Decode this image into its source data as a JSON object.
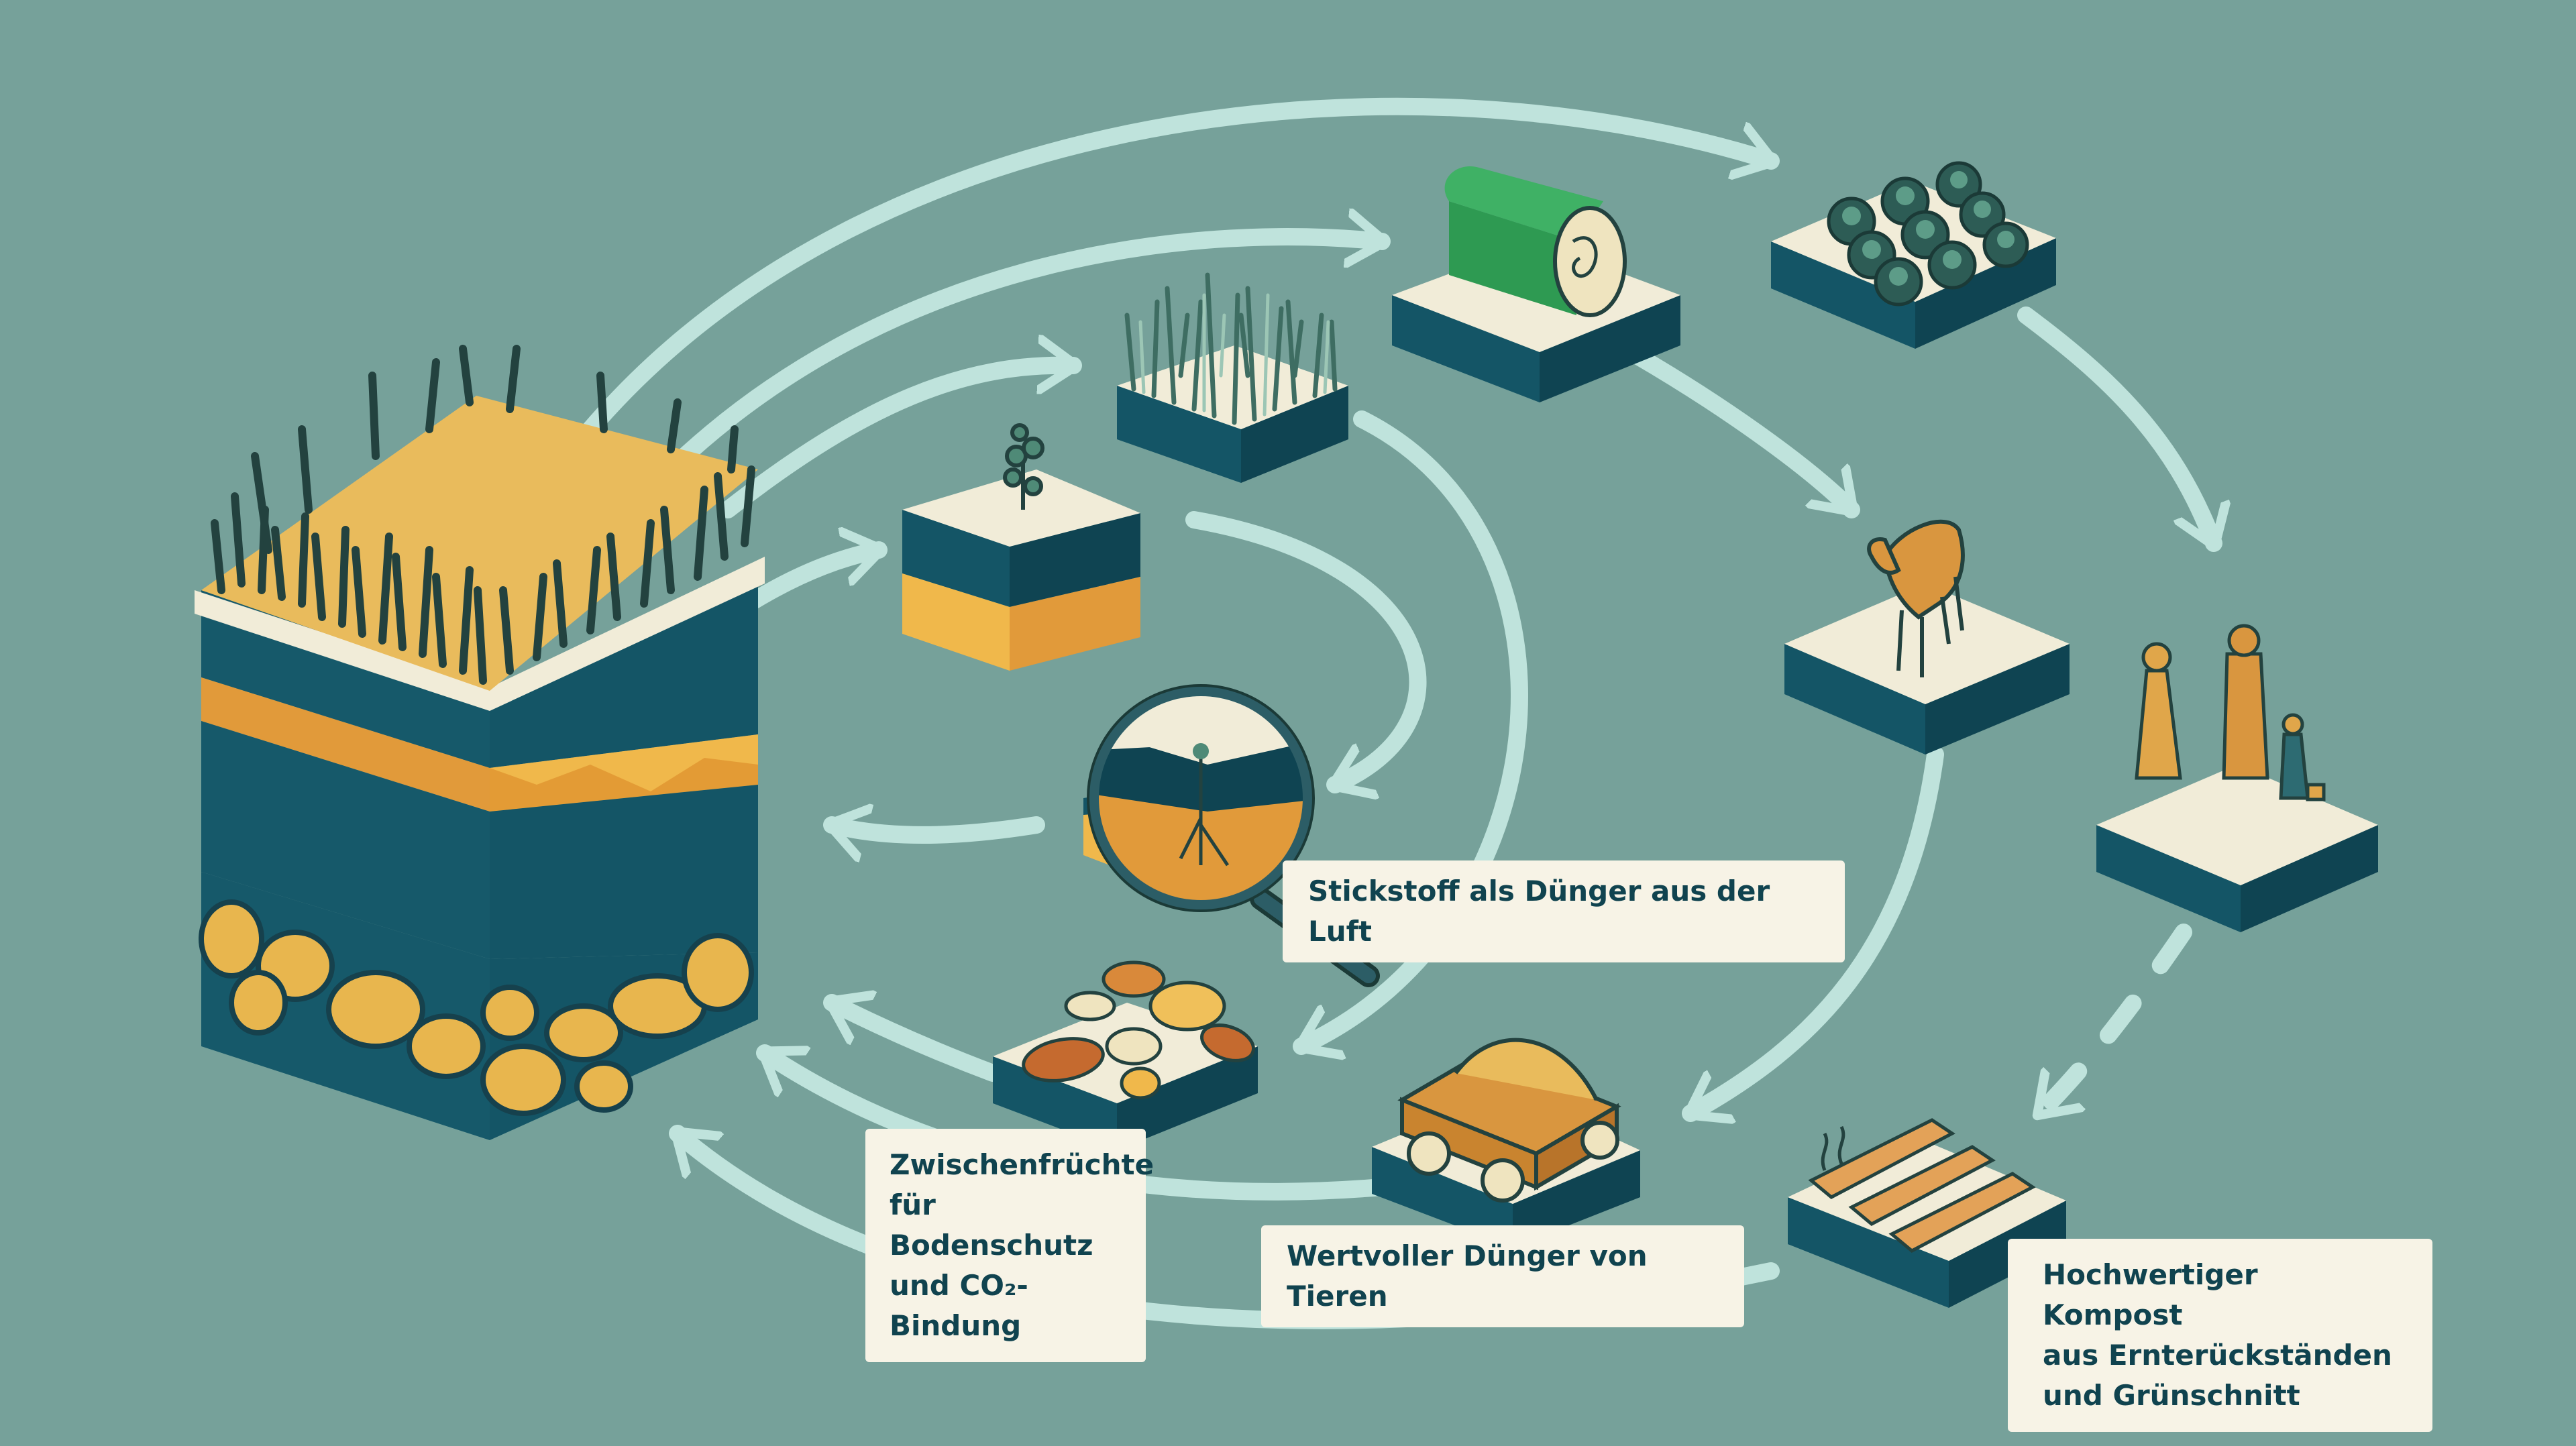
{
  "labels": {
    "stickstoff": "Stickstoff als Dünger aus der Luft",
    "zwischenfruechte": "Zwischenfrüchte\nfür Bodenschutz\nund CO₂-Bindung",
    "duenger": "Wertvoller Dünger von Tieren",
    "kompost": "Hochwertiger Kompost\naus Ernterückständen\nund Grünschnitt"
  },
  "colors": {
    "background": "#76a19a",
    "arrow": "#bfe3dc",
    "tile_top": "#f1ecd8",
    "tile_side": "#145566",
    "tile_side_dark": "#0f4452",
    "soil_dark": "#16596a",
    "soil_orange": "#e19a3a",
    "soil_yellow": "#f0b84b",
    "grass_yellow": "#e9bb5c",
    "grass_dark": "#23423f",
    "hay_green": "#2e9a52"
  },
  "icons": {
    "soil_cross_section": "soil-block-icon",
    "clover_sprout": "clover-soil-cube-icon",
    "cover_crops": "cover-crop-tile-icon",
    "hay_bale": "hay-bale-tile-icon",
    "cabbages": "cabbage-field-tile-icon",
    "cow": "cow-tile-icon",
    "people": "family-tile-icon",
    "magnifier": "magnifying-glass-icon",
    "leaves": "crop-residue-tile-icon",
    "manure_cart": "manure-cart-tile-icon",
    "compost": "compost-windrow-tile-icon"
  }
}
